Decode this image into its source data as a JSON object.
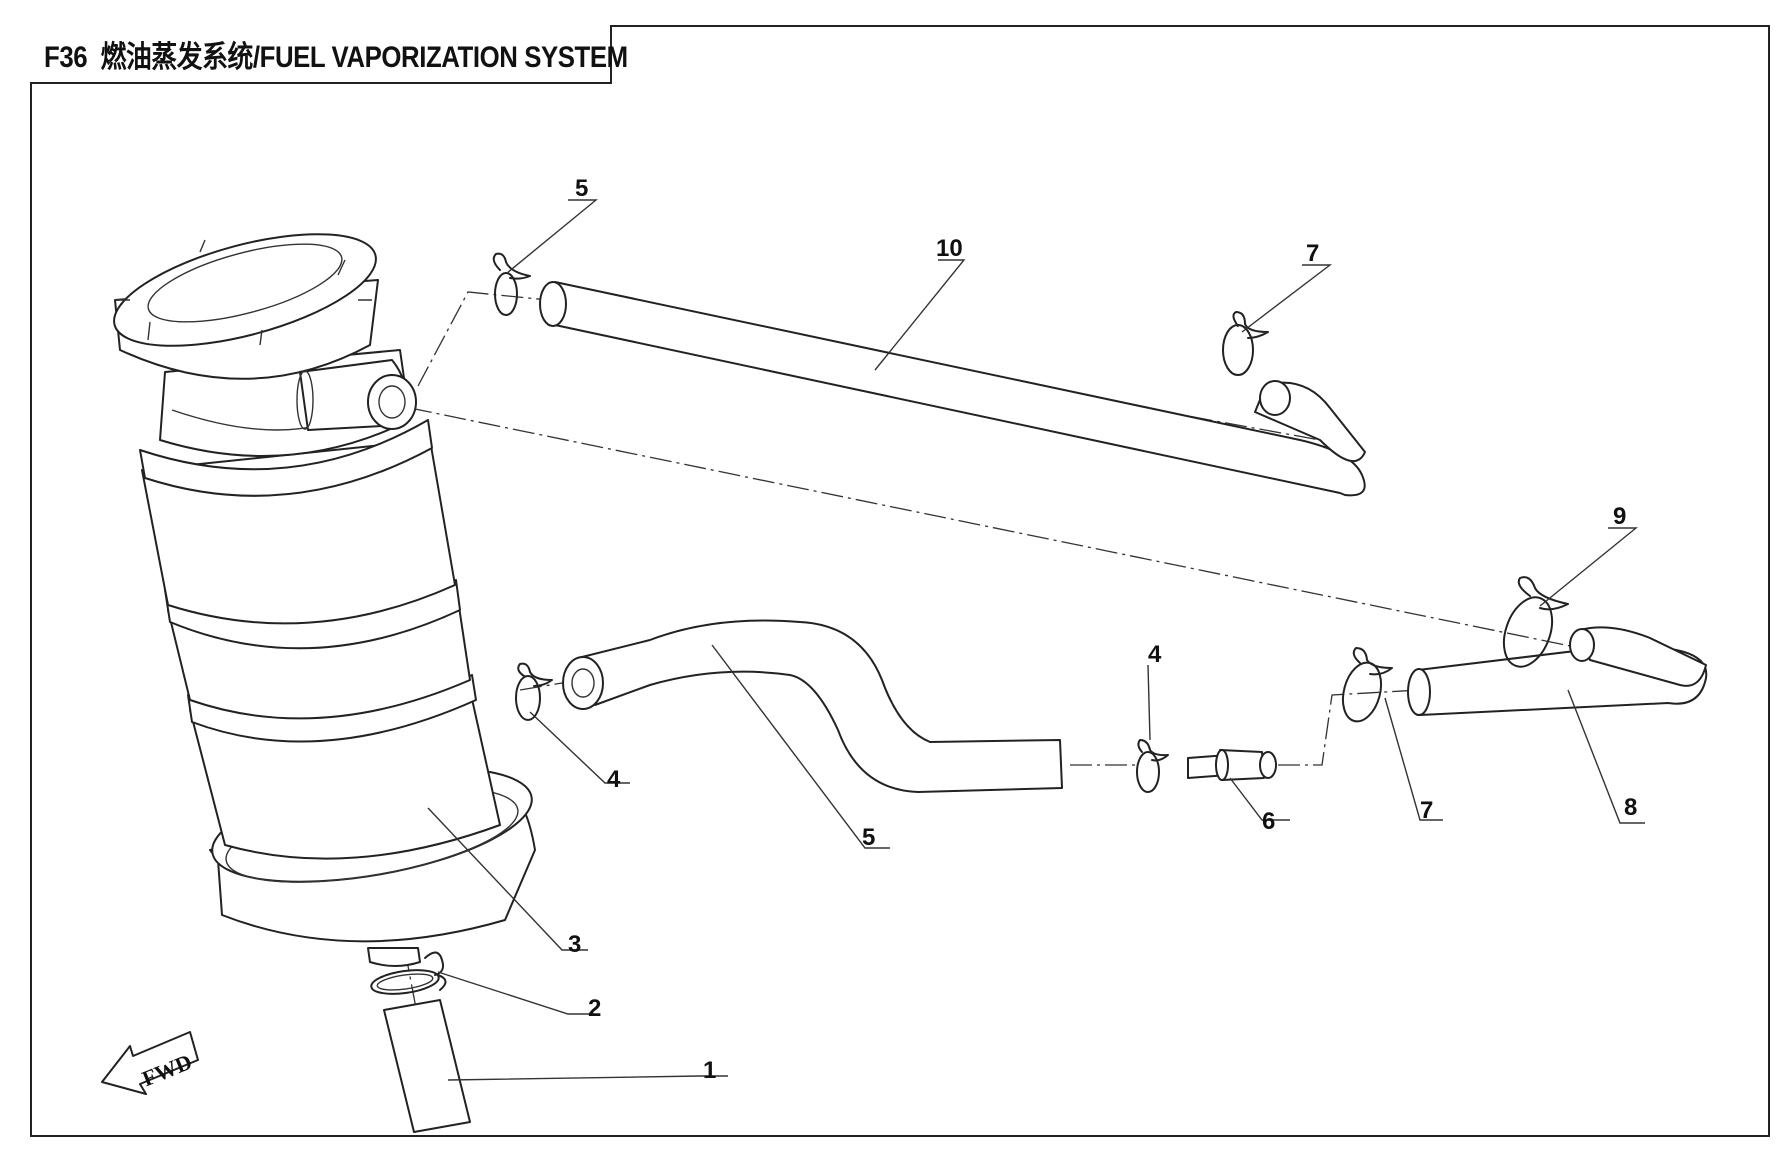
{
  "title": {
    "code": "F36",
    "text": "燃油蒸发系统/FUEL VAPORIZATION SYSTEM"
  },
  "direction_label": "FWD",
  "callouts": [
    {
      "id": "c10",
      "number": "10"
    },
    {
      "id": "c5a",
      "number": "5"
    },
    {
      "id": "c7a",
      "number": "7"
    },
    {
      "id": "c9",
      "number": "9"
    },
    {
      "id": "c4a",
      "number": "4"
    },
    {
      "id": "c4b",
      "number": "4"
    },
    {
      "id": "c5b",
      "number": "5"
    },
    {
      "id": "c6",
      "number": "6"
    },
    {
      "id": "c7b",
      "number": "7"
    },
    {
      "id": "c8",
      "number": "8"
    },
    {
      "id": "c3",
      "number": "3"
    },
    {
      "id": "c2",
      "number": "2"
    },
    {
      "id": "c1",
      "number": "1"
    }
  ]
}
